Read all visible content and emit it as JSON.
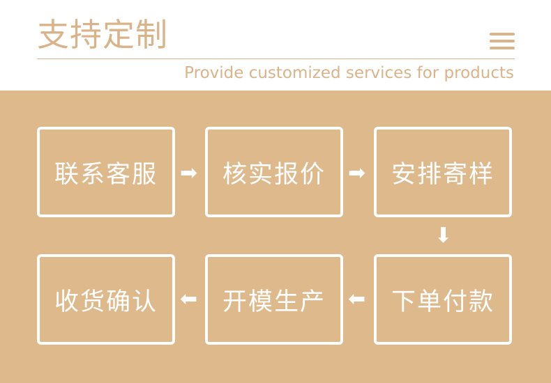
{
  "header": {
    "title": "支持定制",
    "subtitle": "Provide customized services for products",
    "menu_icon": "menu-icon"
  },
  "colors": {
    "accent": "#d9b48a",
    "flow_background": "#deb98c",
    "box_border": "#ffffff"
  },
  "steps": [
    {
      "label": "联系客服"
    },
    {
      "label": "核实报价"
    },
    {
      "label": "安排寄样"
    },
    {
      "label": "下单付款"
    },
    {
      "label": "开模生产"
    },
    {
      "label": "收货确认"
    }
  ],
  "arrows": {
    "right": "➡",
    "down": "⬇",
    "left": "⬅"
  }
}
